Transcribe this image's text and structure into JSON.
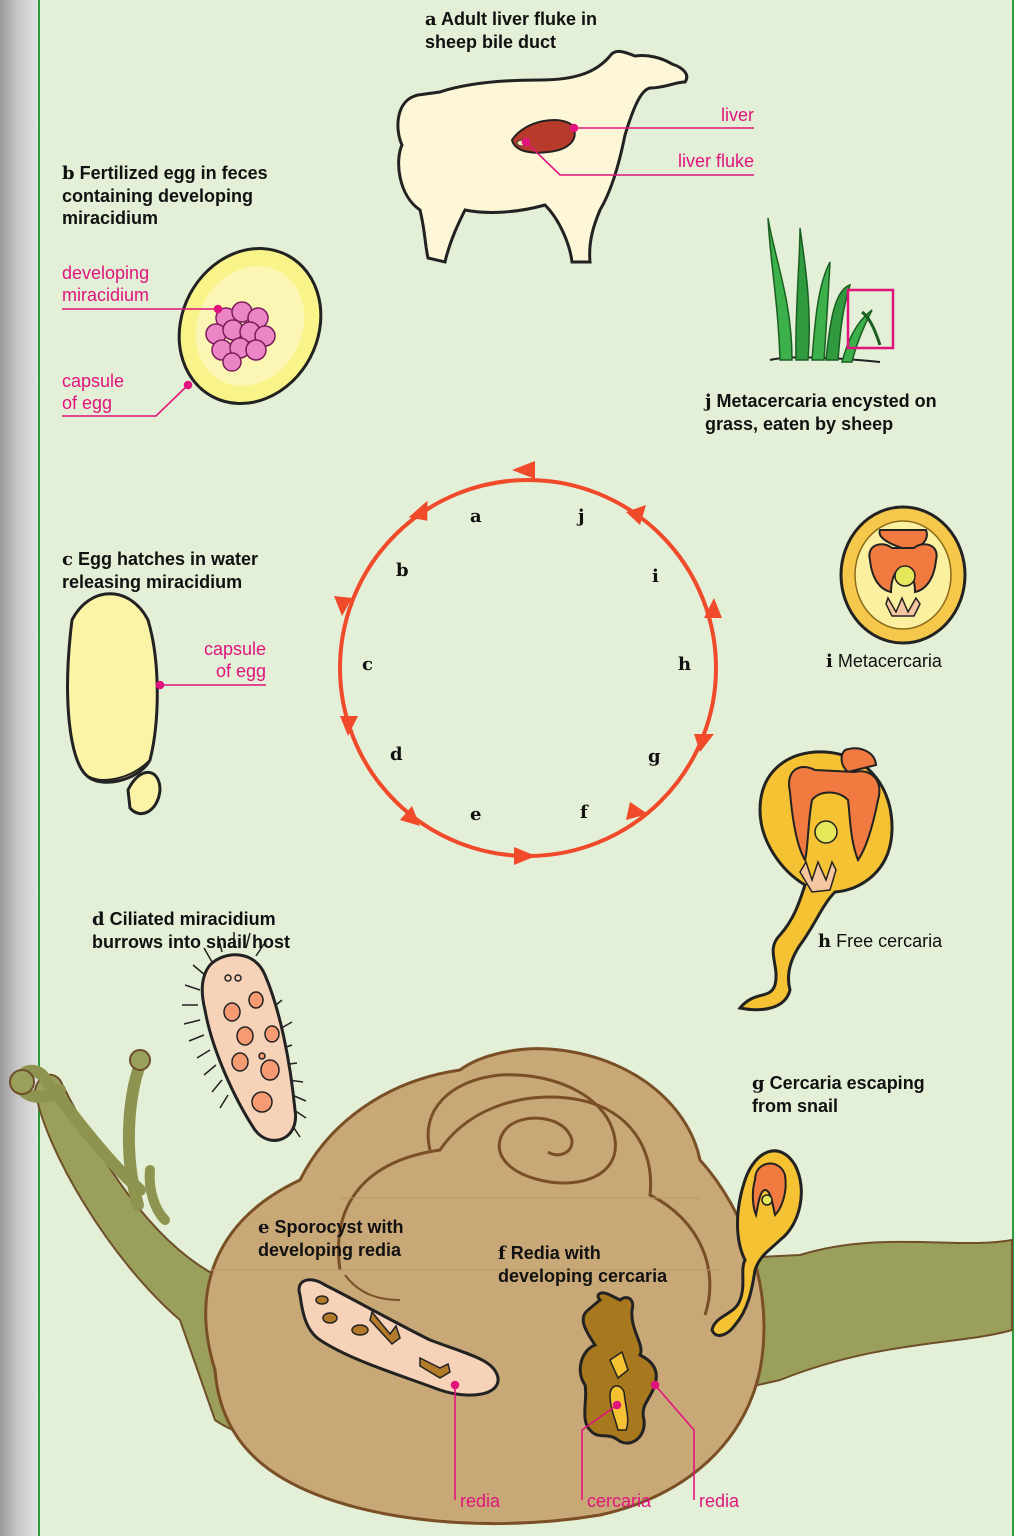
{
  "colors": {
    "panel": "#e3efd6",
    "border": "#2f9a3e",
    "label": "#e0147c",
    "cycle": "#f04a2a",
    "snail_body": "#9aa05c",
    "shell": "#c9a877"
  },
  "stages": {
    "a": {
      "letter": "a",
      "line1": " Adult liver fluke in",
      "line2": "sheep bile duct"
    },
    "b": {
      "letter": "b",
      "line1": " Fertilized egg in feces",
      "line2": "containing developing",
      "line3": "miracidium"
    },
    "c": {
      "letter": "c",
      "line1": " Egg hatches in water",
      "line2": "releasing miracidium"
    },
    "d": {
      "letter": "d",
      "line1": " Ciliated miracidium",
      "line2": "burrows into snail host"
    },
    "e": {
      "letter": "e",
      "line1": " Sporocyst with",
      "line2": "developing redia"
    },
    "f": {
      "letter": "f",
      "line1": " Redia with",
      "line2": "developing cercaria"
    },
    "g": {
      "letter": "g",
      "line1": " Cercaria escaping",
      "line2": "from snail"
    },
    "h": {
      "letter": "h",
      "line1": " Free cercaria"
    },
    "i": {
      "letter": "i",
      "line1": " Metacercaria"
    },
    "j": {
      "letter": "j",
      "line1": " Metacercaria encysted on",
      "line2": "grass, eaten by sheep"
    }
  },
  "labels": {
    "liver": "liver",
    "liver_fluke": "liver fluke",
    "developing_miracidium_1": "developing",
    "developing_miracidium_2": "miracidium",
    "capsule_b_1": "capsule",
    "capsule_b_2": "of egg",
    "capsule_c_1": "capsule",
    "capsule_c_2": "of egg",
    "redia_e": "redia",
    "cercaria_f": "cercaria",
    "redia_f": "redia"
  },
  "cycle_letters": [
    "a",
    "j",
    "i",
    "h",
    "g",
    "f",
    "e",
    "d",
    "c",
    "b"
  ]
}
